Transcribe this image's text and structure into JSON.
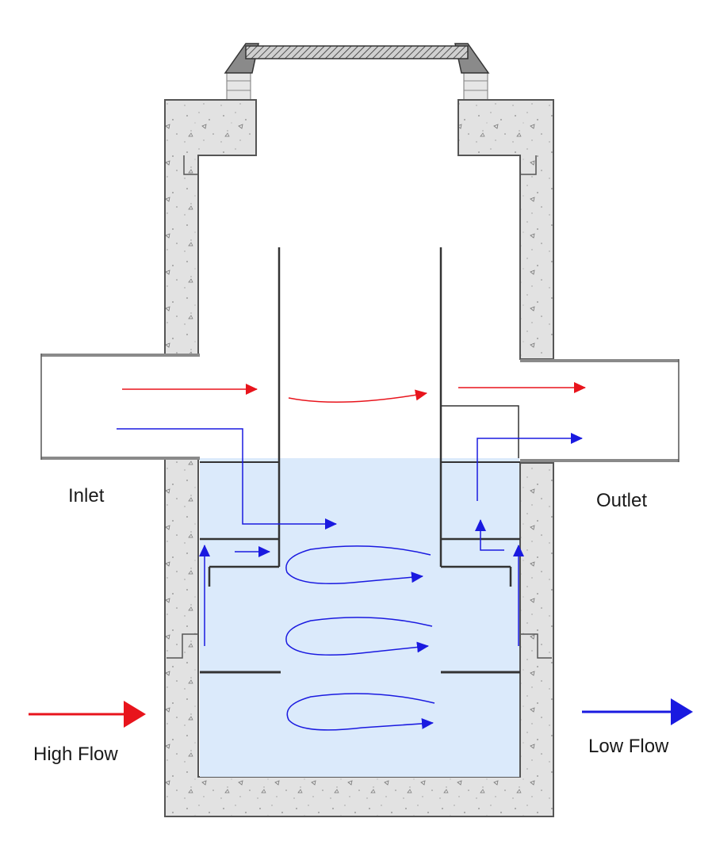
{
  "labels": {
    "inlet": "Inlet",
    "outlet": "Outlet",
    "high_flow": "High Flow",
    "low_flow": "Low Flow"
  },
  "colors": {
    "high_flow": "#e8141c",
    "low_flow": "#1a1ae0",
    "water": "#dbeafb",
    "concrete": "#e2e2e2",
    "wall_line": "#555555",
    "pipe_line": "#8a8a8a",
    "baffle": "#333333"
  },
  "icons": {
    "concrete_texture": "concrete-stipple-pattern",
    "manhole_cover": "hatched-manhole-cover"
  }
}
